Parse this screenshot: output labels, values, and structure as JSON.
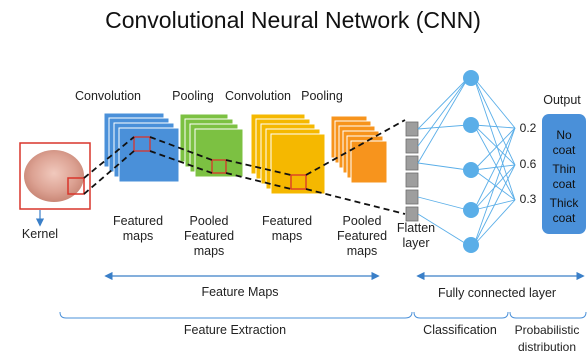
{
  "title": "Convolutional Neural Network (CNN)",
  "stages_top": {
    "conv1": "Convolution",
    "pool1": "Pooling",
    "conv2": "Convolution",
    "pool2": "Pooling"
  },
  "bottom_labels": {
    "kernel": "Kernel",
    "fm1_a": "Featured",
    "fm1_b": "maps",
    "pfm1_a": "Pooled",
    "pfm1_b": "Featured",
    "pfm1_c": "maps",
    "fm2_a": "Featured",
    "fm2_b": "maps",
    "pfm2_a": "Pooled",
    "pfm2_b": "Featured",
    "pfm2_c": "maps",
    "flatten_a": "Flatten",
    "flatten_b": "layer"
  },
  "output": {
    "heading": "Output",
    "classes": [
      {
        "line1": "No",
        "line2": "coat"
      },
      {
        "line1": "Thin",
        "line2": "coat"
      },
      {
        "line1": "Thick",
        "line2": "coat"
      }
    ],
    "probabilities": [
      "0.2",
      "0.6",
      "0.3"
    ]
  },
  "spans": {
    "feature_maps": "Feature Maps",
    "fully_connected": "Fully connected layer"
  },
  "sections": {
    "extraction": "Feature Extraction",
    "classification": "Classification",
    "probabilistic_a": "Probabilistic",
    "probabilistic_b": "distribution"
  },
  "colors": {
    "blue": "#4a90d9",
    "green": "#7cc142",
    "yellow": "#f5b800",
    "orange": "#f7941d",
    "node": "#5aaee8",
    "output_box": "#4a90d9",
    "accent_line": "#3a7fc8",
    "kernel_border": "#d9352b"
  }
}
